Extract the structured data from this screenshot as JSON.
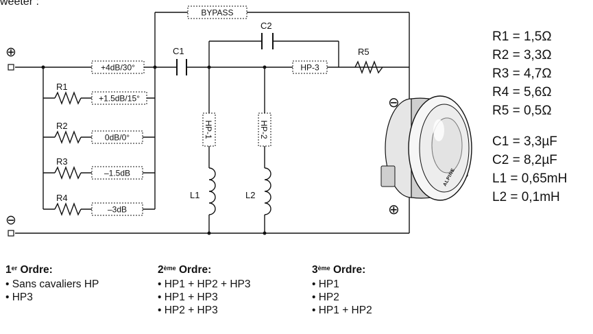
{
  "header_fragment": "weeter :",
  "terminals": {
    "positive": "⊕",
    "negative": "⊖"
  },
  "tags": {
    "bypass": "BYPASS",
    "db30": "+4dB/30°",
    "db15": "+1.5dB/15°",
    "db0": "0dB/0°",
    "dbm15": "–1.5dB",
    "dbm3": "–3dB",
    "hp1": "HP-1",
    "hp2": "HP-2",
    "hp3": "HP-3"
  },
  "components": {
    "c1": "C1",
    "c2": "C2",
    "r1": "R1",
    "r2": "R2",
    "r3": "R3",
    "r4": "R4",
    "r5": "R5",
    "l1": "L1",
    "l2": "L2"
  },
  "speaker_brand": "ALPINE",
  "values": [
    "R1 = 1,5Ω",
    "R2 = 3,3Ω",
    "R3 = 4,7Ω",
    "R4 = 5,6Ω",
    "R5 = 0,5Ω",
    "C1 = 3,3µF",
    "C2 = 8,2µF",
    "L1 = 0,65mH",
    "L2 = 0,1mH"
  ],
  "orders": [
    {
      "num": "1",
      "sup": "er",
      "label": " Ordre:",
      "items": [
        "Sans cavaliers HP",
        "HP3"
      ]
    },
    {
      "num": "2",
      "sup": "ème",
      "label": " Ordre:",
      "items": [
        "HP1 + HP2 + HP3",
        "HP1 + HP3",
        "HP2 + HP3"
      ]
    },
    {
      "num": "3",
      "sup": "ème",
      "label": " Ordre:",
      "items": [
        "HP1",
        "HP2",
        "HP1 + HP2"
      ]
    }
  ]
}
